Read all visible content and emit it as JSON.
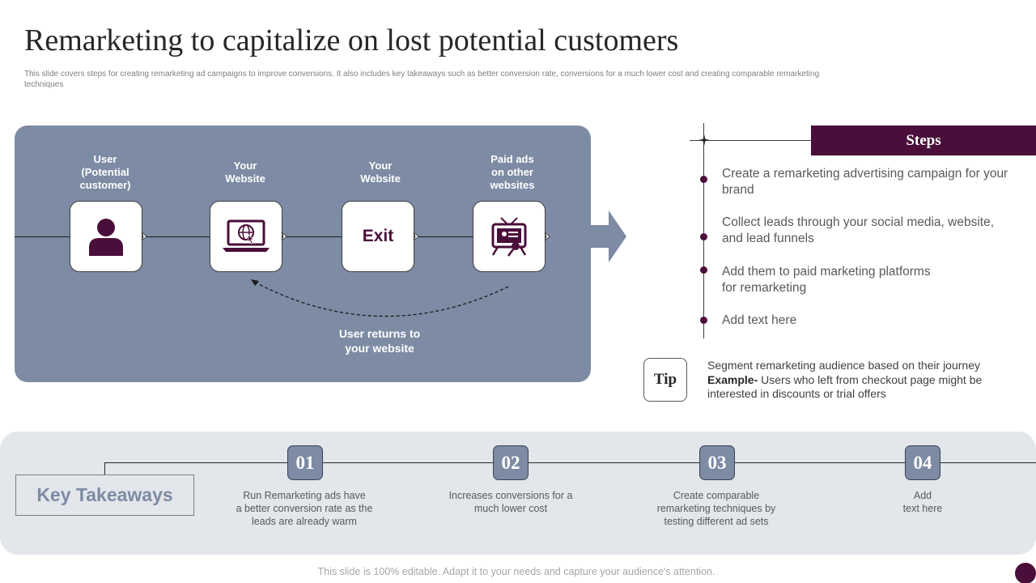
{
  "title": "Remarketing to capitalize on lost potential customers",
  "subtitle": "This slide covers steps for creating remarketing ad campaigns to improve conversions. It also includes key takeaways such as better conversion rate, conversions for a much lower cost and creating comparable remarketing techniques",
  "colors": {
    "primary": "#4a0e3a",
    "panel": "#7d8ba4",
    "takeaway_bg": "#e3e6eb"
  },
  "flow": {
    "nodes": [
      {
        "label": "User\n(Potential\ncustomer)",
        "icon": "user-icon"
      },
      {
        "label": "Your\nWebsite",
        "icon": "laptop-globe-icon"
      },
      {
        "label": "Your\nWebsite",
        "text": "Exit"
      },
      {
        "label": "Paid ads\non other\nwebsites",
        "icon": "tv-ad-icon"
      }
    ],
    "return_label": "User returns to\nyour website"
  },
  "steps": {
    "header": "Steps",
    "items": [
      "Create a remarketing advertising campaign for your brand",
      "Collect leads through your social media, website, and lead funnels",
      "Add them to paid marketing platforms\nfor remarketing",
      "Add text here"
    ]
  },
  "tip": {
    "label": "Tip",
    "line1": "Segment remarketing audience based on their journey",
    "example_label": "Example-",
    "example_text": " Users who left from checkout page might be interested in discounts or trial offers"
  },
  "takeaways": {
    "title": "Key Takeaways",
    "items": [
      {
        "num": "01",
        "text": "Run Remarketing ads have\na better conversion  rate as the\nleads are already warm"
      },
      {
        "num": "02",
        "text": "Increases conversions  for a\nmuch lower cost"
      },
      {
        "num": "03",
        "text": "Create comparable\nremarketing techniques by\ntesting different  ad sets"
      },
      {
        "num": "04",
        "text": "Add\ntext here"
      }
    ]
  },
  "footer": "This slide is 100% editable. Adapt it to your needs and capture your audience's attention."
}
